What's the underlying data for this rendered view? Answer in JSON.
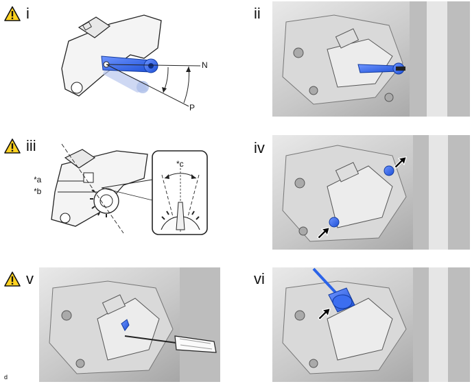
{
  "steps": [
    {
      "label": "i",
      "warning": true,
      "lever_marks": [
        "N",
        "P"
      ]
    },
    {
      "label": "ii",
      "warning": false
    },
    {
      "label": "iii",
      "warning": true,
      "callouts": [
        "*a",
        "*b",
        "*c"
      ]
    },
    {
      "label": "iv",
      "warning": false
    },
    {
      "label": "v",
      "warning": true
    },
    {
      "label": "vi",
      "warning": false
    }
  ],
  "figure_id": "d",
  "colors": {
    "highlight": "#2b63e8",
    "engine_gray": "#c9c9c9",
    "line": "#222222"
  },
  "icons": {
    "warning": "warning-triangle-icon",
    "arrow": "black-arrow-icon"
  }
}
